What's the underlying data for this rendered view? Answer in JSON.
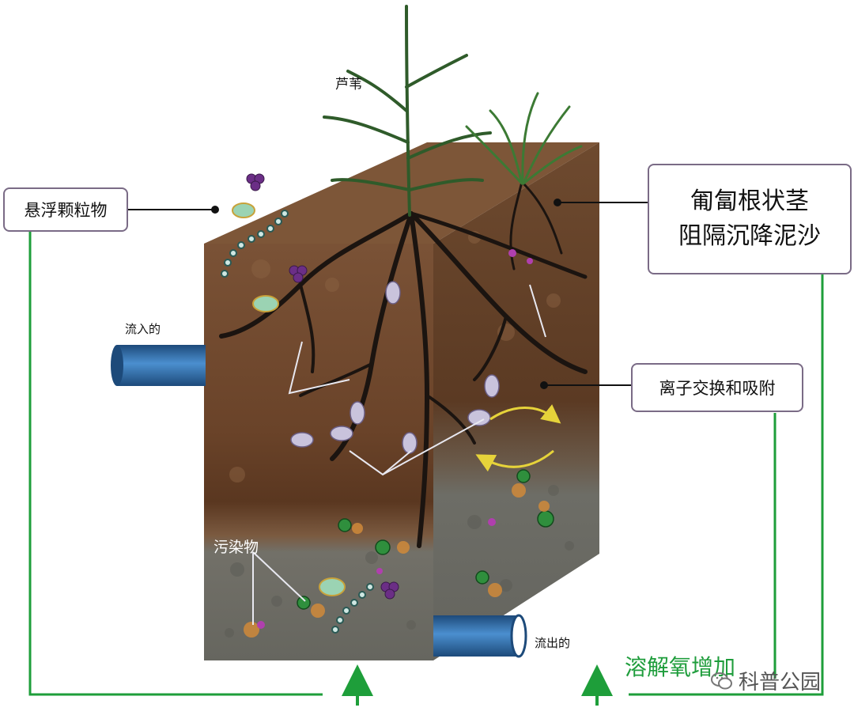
{
  "labels": {
    "reed": "芦苇",
    "suspended_particles": "悬浮颗粒物",
    "rhizome_line1": "匍匐根状茎",
    "rhizome_line2": "阻隔沉降泥沙",
    "inflow": "流入的",
    "ion_exchange": "离子交换和吸附",
    "pollutants": "污染物",
    "outflow": "流出的",
    "dissolved_oxygen": "溶解氧增加"
  },
  "watermark": {
    "text": "科普公园",
    "icon": "wechat-icon"
  },
  "colors": {
    "frame_line": "#1e9e3a",
    "soil_top": "#7a5236",
    "soil_mid": "#5c3a22",
    "gravel": "#6f6e66",
    "root": "#1b1410",
    "pipe": "#3a78b5",
    "box_border": "#7a6b86",
    "arrow_yellow": "#e6d33a",
    "oxygen_text": "#1f9d3c"
  }
}
